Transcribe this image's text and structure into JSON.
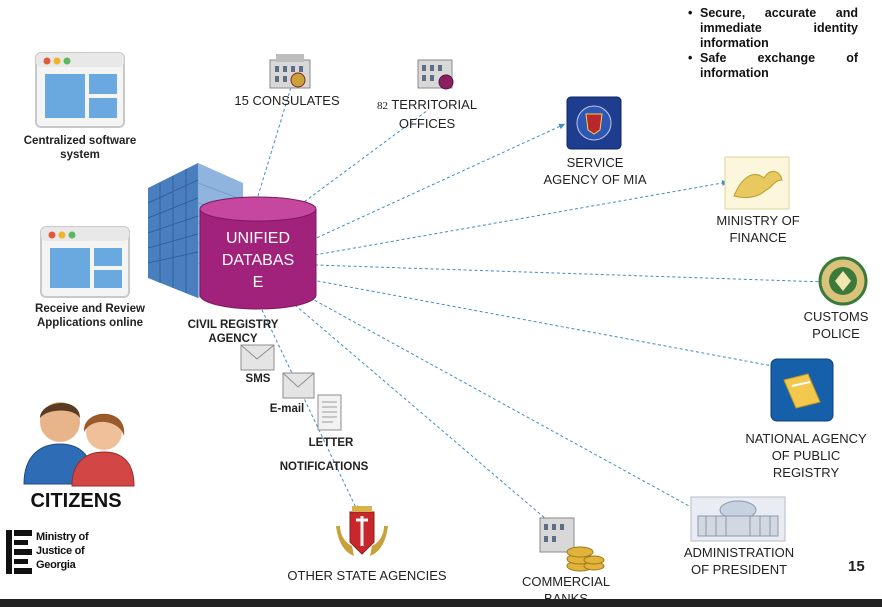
{
  "bullets": [
    "Secure, accurate and immediate identity information",
    "Safe exchange of information"
  ],
  "center": {
    "db_line1": "UNIFIED",
    "db_line2": "DATABAS",
    "db_line3": "E",
    "agency_line1": "CIVIL REGISTRY",
    "agency_line2": "AGENCY"
  },
  "left": {
    "software_line1": "Centralized software",
    "software_line2": "system",
    "apps_line1": "Receive and Review",
    "apps_line2": "Applications online",
    "citizens": "CITIZENS",
    "logo_line1": "Ministry of",
    "logo_line2": "Justice of",
    "logo_line3": "Georgia"
  },
  "top": {
    "consulates": "15 CONSULATES",
    "territorial_num": "82",
    "territorial_line1": "TERRITORIAL",
    "territorial_line2": "OFFICES"
  },
  "right": {
    "mia_line1": "SERVICE",
    "mia_line2": "AGENCY OF MIA",
    "finance_line1": "MINISTRY OF",
    "finance_line2": "FINANCE",
    "customs_line1": "CUSTOMS",
    "customs_line2": "POLICE",
    "registry_line1": "NATIONAL AGENCY",
    "registry_line2": "OF PUBLIC",
    "registry_line3": "REGISTRY",
    "president_line1": "ADMINISTRATION",
    "president_line2": "OF PRESIDENT"
  },
  "bottom": {
    "sms": "SMS",
    "email": "E-mail",
    "letter": "LETTER",
    "notifications": "NOTIFICATIONS",
    "other": "OTHER STATE AGENCIES",
    "banks_line1": "COMMERCIAL",
    "banks_line2": "BANKS"
  },
  "page_number": "15",
  "colors": {
    "database": "#a0227a",
    "connector": "#3f8fc4",
    "building": "#5a8fc8",
    "mia_blue": "#1f3d8f",
    "registry_blue": "#1560a8",
    "customs_green": "#3c7a3c"
  }
}
